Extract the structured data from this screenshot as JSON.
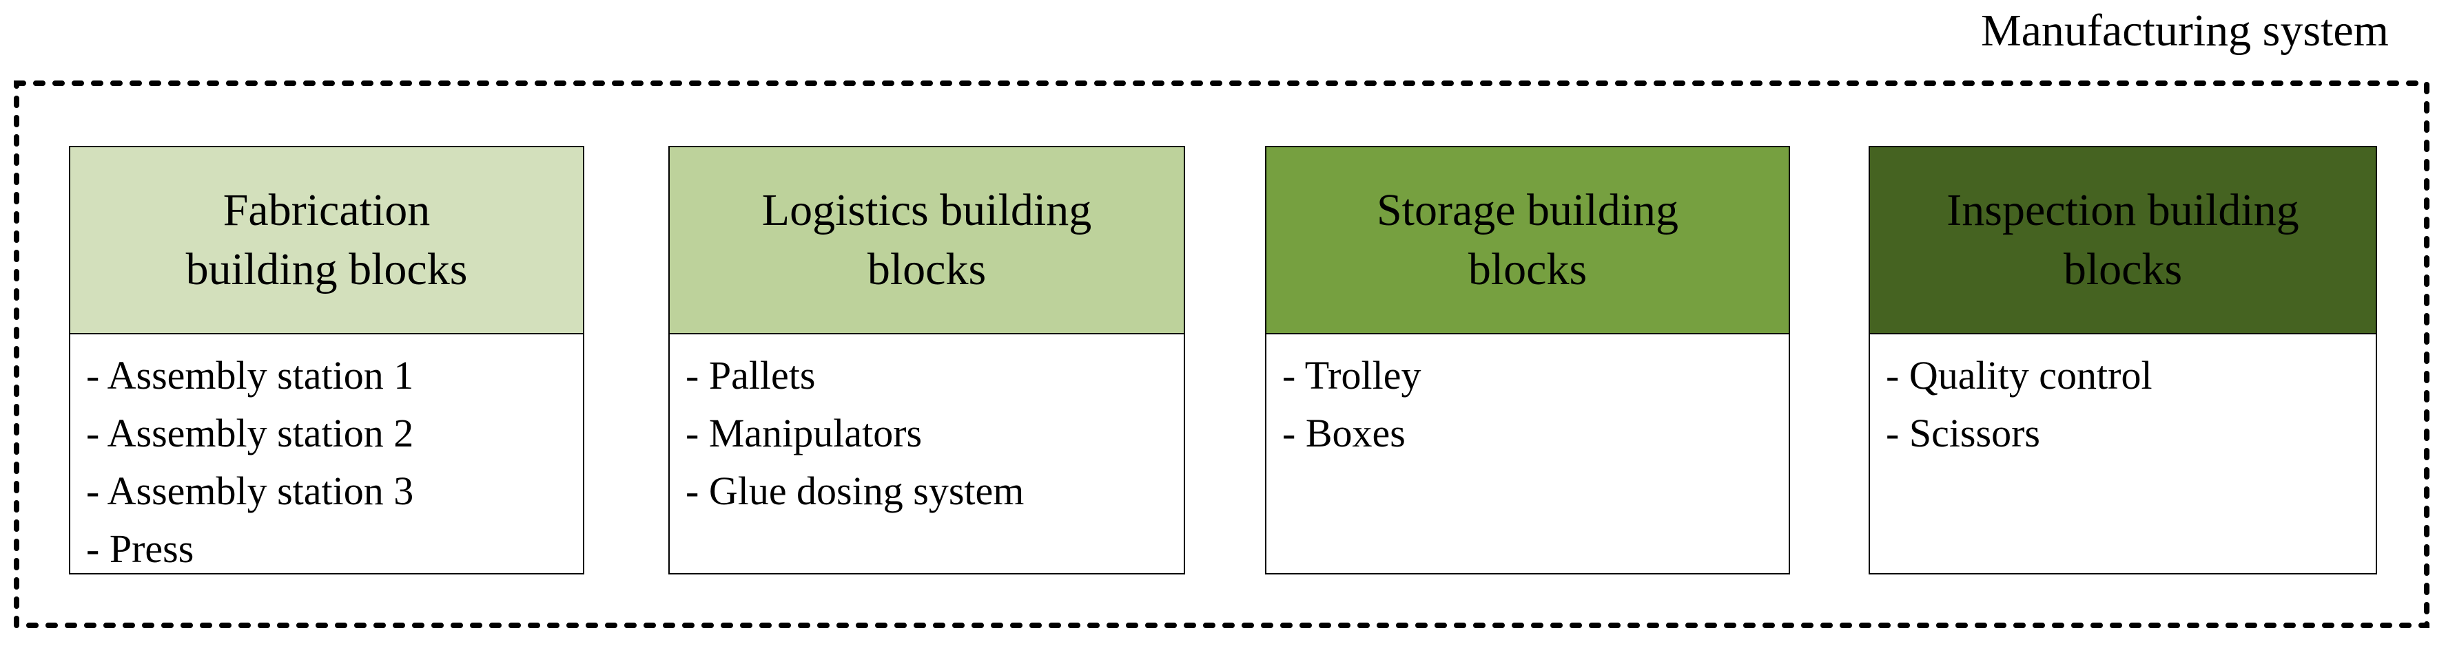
{
  "title": "Manufacturing system",
  "colors": {
    "header_fabrication": "#D3E0BC",
    "header_logistics": "#BDD29B",
    "header_storage": "#76A040",
    "header_inspection": "#456321",
    "boundary": "#000000",
    "box_border": "#000000",
    "body_bg": "#FFFFFF",
    "text": "#000000"
  },
  "blocks": [
    {
      "id": "fabrication",
      "header": "Fabrication\nbuilding blocks",
      "items": [
        "- Assembly station 1",
        "- Assembly station 2",
        "- Assembly station 3",
        "- Press"
      ]
    },
    {
      "id": "logistics",
      "header": "Logistics building\nblocks",
      "items": [
        "- Pallets",
        "- Manipulators",
        "- Glue dosing system"
      ]
    },
    {
      "id": "storage",
      "header": "Storage building\nblocks",
      "items": [
        "- Trolley",
        "- Boxes"
      ]
    },
    {
      "id": "inspection",
      "header": "Inspection building\nblocks",
      "items": [
        "- Quality control",
        "- Scissors"
      ]
    }
  ]
}
